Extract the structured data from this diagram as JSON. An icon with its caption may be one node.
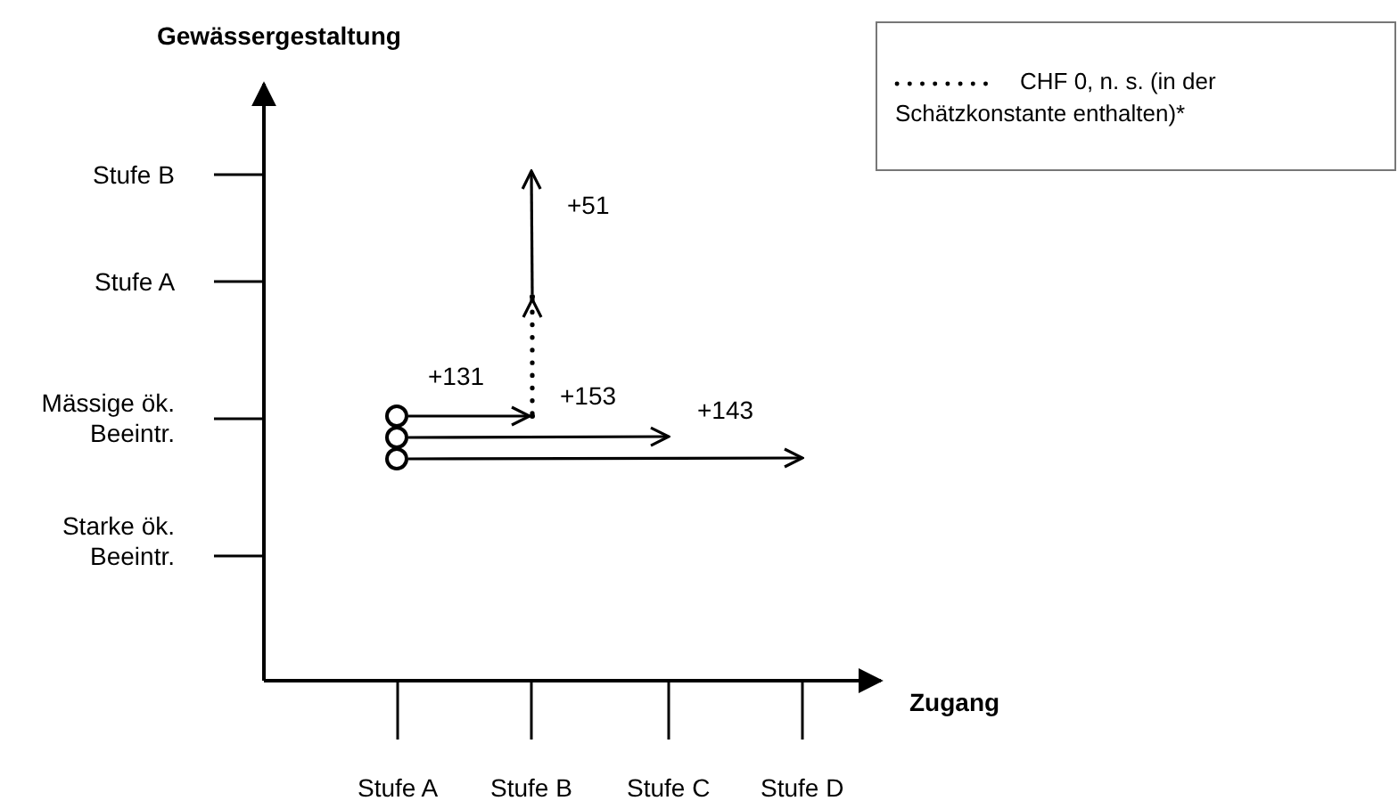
{
  "diagram": {
    "nodes": [
      {
        "text": [],
        "shape": "circle"
      },
      {
        "text": [],
        "shape": "circle"
      },
      {
        "text": [],
        "shape": "circle"
      },
      {
        "text": [],
        "shape": "point"
      },
      {
        "text": [],
        "shape": "point"
      }
    ],
    "edges": [
      {
        "from": 0,
        "to": 4,
        "arrow": "to",
        "label": "+131"
      },
      {
        "from": 1,
        "to": null,
        "arrow": "to",
        "label": "+153"
      },
      {
        "from": 2,
        "to": null,
        "arrow": "to",
        "label": "+143"
      },
      {
        "from": 4,
        "to": 3,
        "arrow": "to",
        "style": "dashed"
      },
      {
        "from": 3,
        "to": null,
        "arrow": "to",
        "label": "+51"
      }
    ],
    "labels": [
      "Gewässergestaltung",
      "Stufe B",
      "Stufe A",
      "Mässige ök. Beeintr.",
      "Starke ök. Beeintr.",
      "Zugang",
      "Stufe A",
      "Stufe B",
      "Stufe C",
      "Stufe D"
    ],
    "legend": [
      {
        "text": "CHF 0, n. s. (in der Schätzkonstante enthalten)*"
      }
    ]
  }
}
